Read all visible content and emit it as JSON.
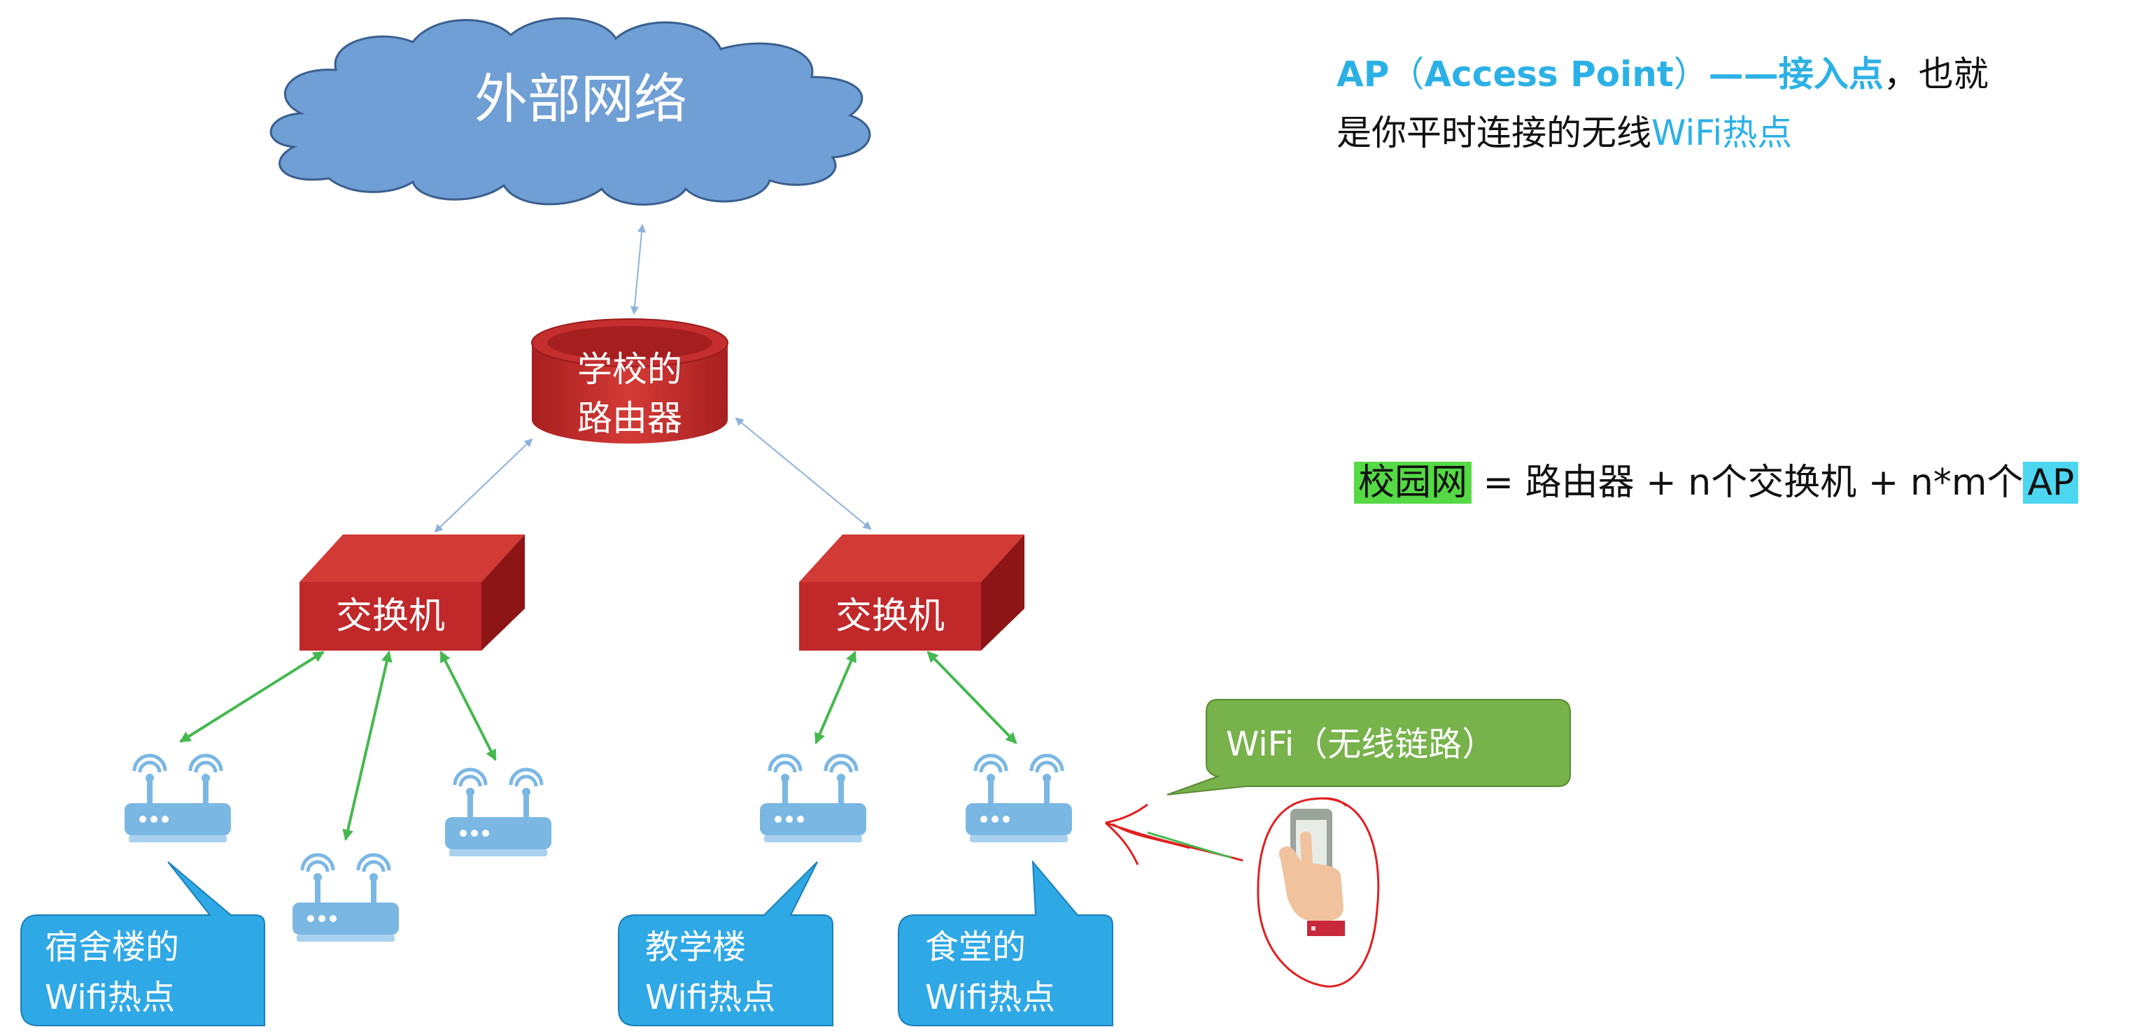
{
  "diagram": {
    "cloud_label": "外部网络",
    "router_label_line1": "学校的",
    "router_label_line2": "路由器",
    "switch_left_label": "交换机",
    "switch_right_label": "交换机",
    "callouts": {
      "dorm_line1": "宿舍楼的",
      "dorm_line2": "Wifi热点",
      "teaching_line1": "教学楼",
      "teaching_line2": "Wifi热点",
      "canteen_line1": "食堂的",
      "canteen_line2": "Wifi热点",
      "wifi_link": "WiFi（无线链路）"
    }
  },
  "ap_definition": {
    "term": "AP",
    "paren_open": "（",
    "full_name": "Access Point",
    "paren_close": "）",
    "dash": "——",
    "meaning": "接入点",
    "rest_line1": "，也就",
    "rest_line2": "是你平时连接的无线",
    "wifi_word": "WiFi热点"
  },
  "formula": {
    "lhs": "校园网",
    "rhs_part1": " = 路由器 + n个交换机 + n*m个",
    "rhs_ap": "AP"
  },
  "colors": {
    "cloud_fill": "#6f9fd4",
    "cloud_stroke": "#3a5f8f",
    "router_fill": "#c0282a",
    "switch_fill": "#c0282a",
    "ap_icon": "#7bb7e3",
    "callout_blue": "#2fa8e6",
    "callout_green": "#77b24a",
    "green_link": "#45b84f",
    "blue_link": "#8fb1d9",
    "annotation_red": "#e02020",
    "accent_text_blue": "#2cb1e6",
    "highlight_green": "#55d945",
    "highlight_blue": "#4dd6f0"
  }
}
